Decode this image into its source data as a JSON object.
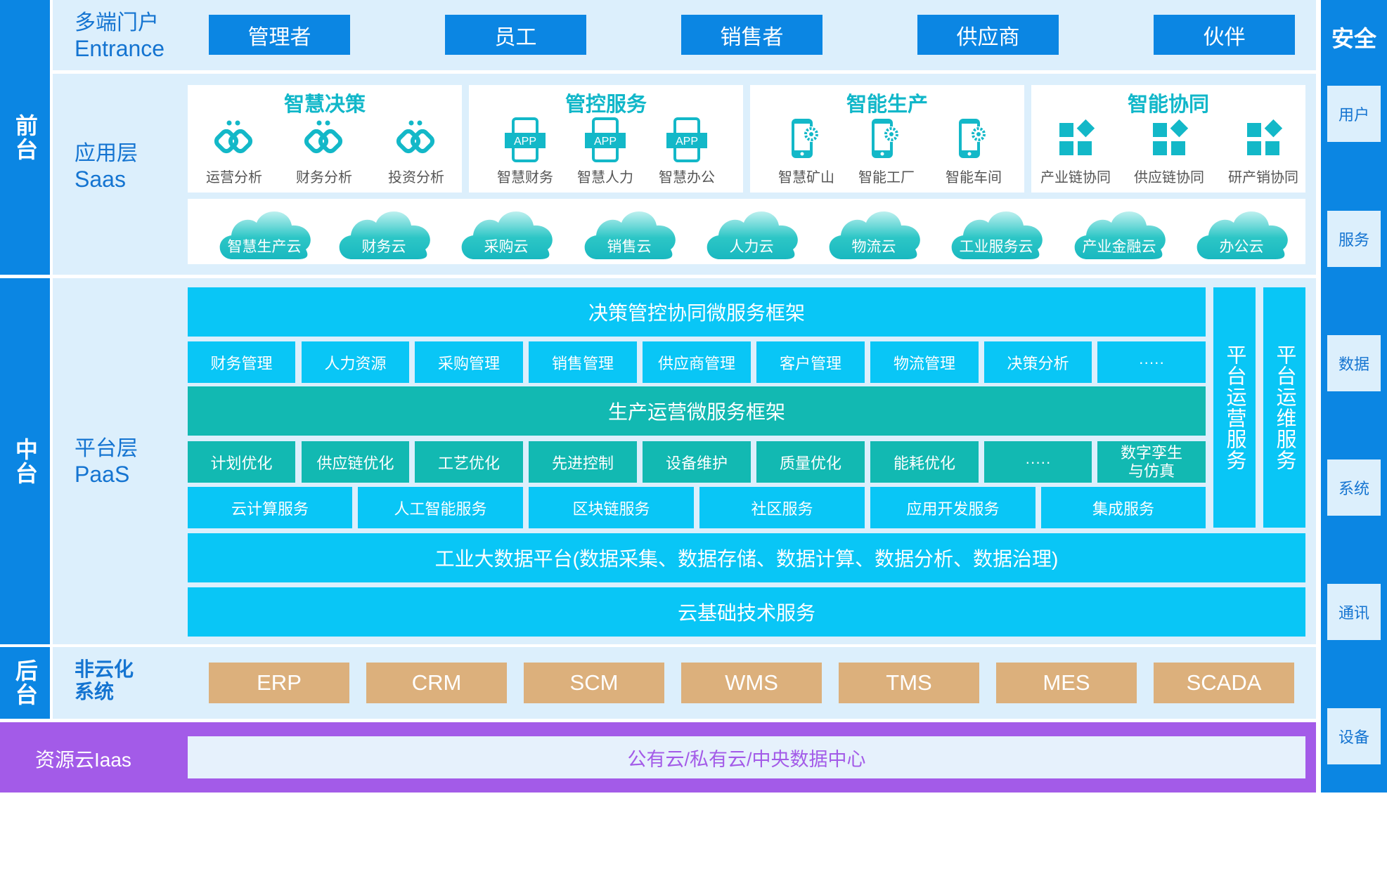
{
  "tiers": {
    "front": "前台",
    "middle": "中台",
    "back": "后台"
  },
  "portal": {
    "label_cn": "多端门户",
    "label_en": "Entrance",
    "buttons": [
      "管理者",
      "员工",
      "销售者",
      "供应商",
      "伙伴"
    ]
  },
  "saas": {
    "label_cn": "应用层",
    "label_en": "Saas",
    "groups": [
      {
        "title": "智慧决策",
        "icon": "link-icon",
        "items": [
          "运营分析",
          "财务分析",
          "投资分析"
        ]
      },
      {
        "title": "管控服务",
        "icon": "app-icon",
        "icon_text": "APP",
        "items": [
          "智慧财务",
          "智慧人力",
          "智慧办公"
        ]
      },
      {
        "title": "智能生产",
        "icon": "phone-gear-icon",
        "items": [
          "智慧矿山",
          "智能工厂",
          "智能车间"
        ]
      },
      {
        "title": "智能协同",
        "icon": "blocks-icon",
        "items": [
          "产业链协同",
          "供应链协同",
          "研产销协同"
        ]
      }
    ],
    "clouds": [
      "智慧生产云",
      "财务云",
      "采购云",
      "销售云",
      "人力云",
      "物流云",
      "工业服务云",
      "产业金融云",
      "办公云"
    ]
  },
  "paas": {
    "label_cn": "平台层",
    "label_en": "PaaS",
    "framework1": "决策管控协同微服务框架",
    "row1": [
      "财务管理",
      "人力资源",
      "采购管理",
      "销售管理",
      "供应商管理",
      "客户管理",
      "物流管理",
      "决策分析",
      "·····"
    ],
    "framework2": "生产运营微服务框架",
    "row2": [
      "计划优化",
      "供应链优化",
      "工艺优化",
      "先进控制",
      "设备维护",
      "质量优化",
      "能耗优化",
      "·····"
    ],
    "row2_last_line1": "数字孪生",
    "row2_last_line2": "与仿真",
    "row3": [
      "云计算服务",
      "人工智能服务",
      "区块链服务",
      "社区服务",
      "应用开发服务",
      "集成服务"
    ],
    "side1": "平台运营服务",
    "side2": "平台运维服务",
    "bigdata": "工业大数据平台(数据采集、数据存储、数据计算、数据分析、数据治理)",
    "cloud_base": "云基础技术服务"
  },
  "noncloud": {
    "label_line1": "非云化",
    "label_line2": "系统",
    "systems": [
      "ERP",
      "CRM",
      "SCM",
      "WMS",
      "TMS",
      "MES",
      "SCADA"
    ]
  },
  "iaas": {
    "label": "资源云Iaas",
    "content": "公有云/私有云/中央数据中心"
  },
  "security": {
    "title": "安全",
    "items": [
      "用户",
      "服务",
      "数据",
      "系统",
      "通讯",
      "设备"
    ]
  },
  "colors": {
    "primary_blue": "#0b86e3",
    "light_bg": "#dceffc",
    "cyan": "#09c6f6",
    "teal": "#12b9b2",
    "tan": "#dcb07c",
    "purple": "#a35be8",
    "group_title": "#11b7c9"
  }
}
